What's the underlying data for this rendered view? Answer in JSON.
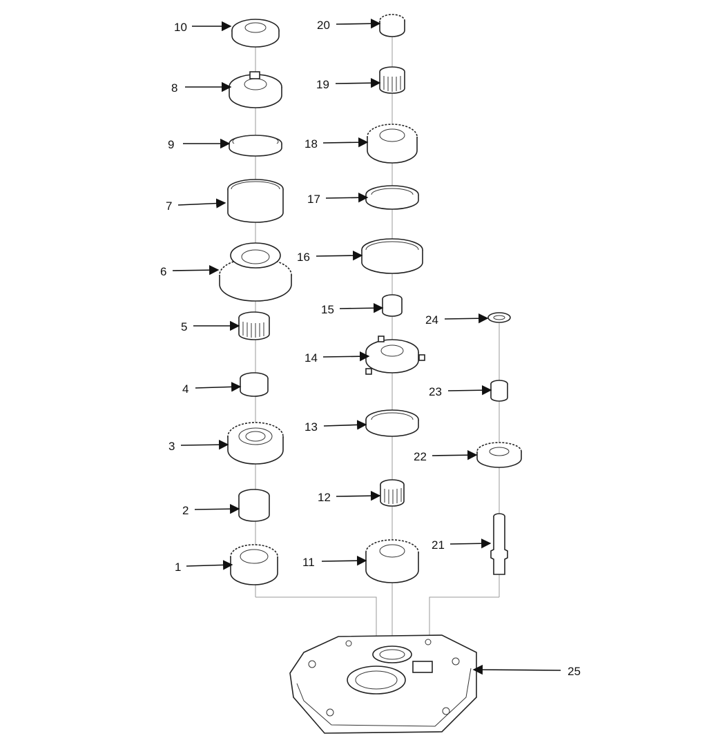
{
  "callouts": [
    {
      "id": "1",
      "label": "1"
    },
    {
      "id": "2",
      "label": "2"
    },
    {
      "id": "3",
      "label": "3"
    },
    {
      "id": "4",
      "label": "4"
    },
    {
      "id": "5",
      "label": "5"
    },
    {
      "id": "6",
      "label": "6"
    },
    {
      "id": "7",
      "label": "7"
    },
    {
      "id": "8",
      "label": "8"
    },
    {
      "id": "9",
      "label": "9"
    },
    {
      "id": "10",
      "label": "10"
    },
    {
      "id": "11",
      "label": "11"
    },
    {
      "id": "12",
      "label": "12"
    },
    {
      "id": "13",
      "label": "13"
    },
    {
      "id": "14",
      "label": "14"
    },
    {
      "id": "15",
      "label": "15"
    },
    {
      "id": "16",
      "label": "16"
    },
    {
      "id": "17",
      "label": "17"
    },
    {
      "id": "18",
      "label": "18"
    },
    {
      "id": "19",
      "label": "19"
    },
    {
      "id": "20",
      "label": "20"
    },
    {
      "id": "21",
      "label": "21"
    },
    {
      "id": "22",
      "label": "22"
    },
    {
      "id": "23",
      "label": "23"
    },
    {
      "id": "24",
      "label": "24"
    },
    {
      "id": "25",
      "label": "25"
    }
  ],
  "colors": {
    "line": "#222222",
    "axis": "#999999",
    "background": "#ffffff"
  }
}
